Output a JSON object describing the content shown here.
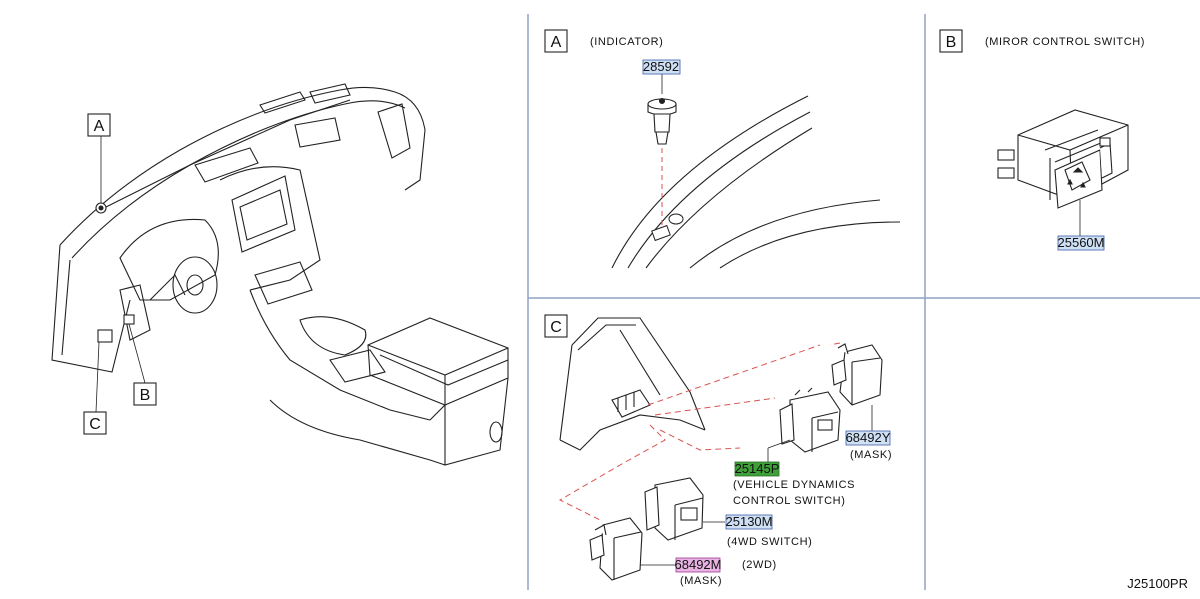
{
  "callouts": {
    "a": "A",
    "b": "B",
    "c": "C"
  },
  "panels": {
    "a": {
      "letter": "A",
      "title": "(INDICATOR)"
    },
    "b": {
      "letter": "B",
      "title": "(MIROR  CONTROL  SWITCH)"
    },
    "c": {
      "letter": "C"
    }
  },
  "parts": {
    "p28592": {
      "code": "28592",
      "color": "#cfe0f5"
    },
    "p25560M": {
      "code": "25560M",
      "color": "#cfe0f5"
    },
    "p68492Y": {
      "code": "68492Y",
      "color": "#cfe0f5",
      "desc": "(MASK)"
    },
    "p25145P": {
      "code": "25145P",
      "color": "#3fa03a",
      "desc1": "(VEHICLE  DYNAMICS",
      "desc2": "CONTROL  SWITCH)"
    },
    "p25130M": {
      "code": "25130M",
      "color": "#cfe0f5",
      "desc": "(4WD  SWITCH)"
    },
    "p68492M": {
      "code": "68492M",
      "color": "#e8b3e3",
      "desc": "(MASK)",
      "note": "(2WD)"
    }
  },
  "diagram_code": "J25100PR"
}
